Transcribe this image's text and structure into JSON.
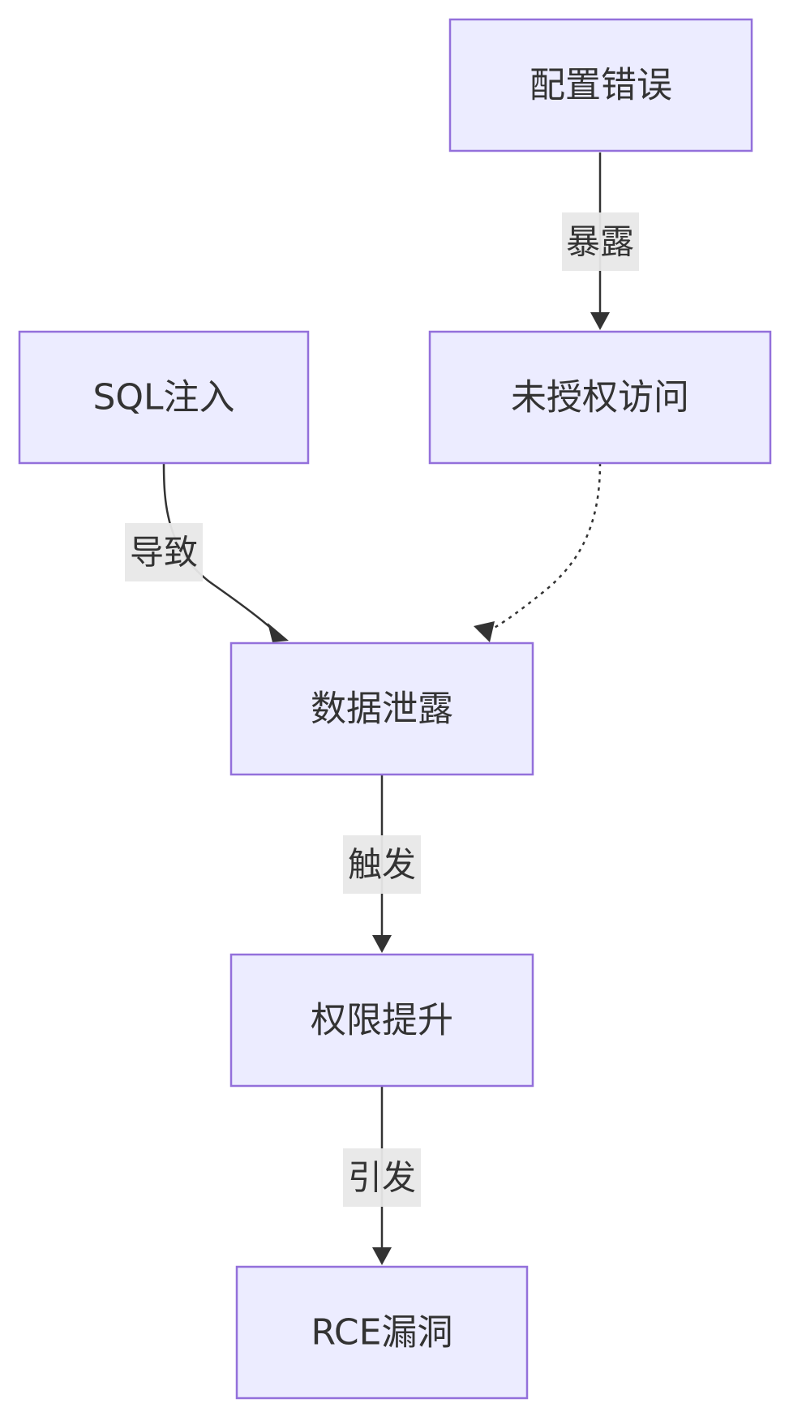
{
  "diagram": {
    "nodes": {
      "config_error": {
        "label": "配置错误"
      },
      "sql_injection": {
        "label": "SQL注入"
      },
      "unauthorized_access": {
        "label": "未授权访问"
      },
      "data_leak": {
        "label": "数据泄露"
      },
      "privilege_escalation": {
        "label": "权限提升"
      },
      "rce": {
        "label": "RCE漏洞"
      }
    },
    "edges": {
      "config_to_unauth": {
        "from": "配置错误",
        "to": "未授权访问",
        "label": "暴露",
        "style": "solid"
      },
      "sql_to_leak": {
        "from": "SQL注入",
        "to": "数据泄露",
        "label": "导致",
        "style": "solid"
      },
      "unauth_to_leak": {
        "from": "未授权访问",
        "to": "数据泄露",
        "label": "",
        "style": "dotted"
      },
      "leak_to_priv": {
        "from": "数据泄露",
        "to": "权限提升",
        "label": "触发",
        "style": "solid"
      },
      "priv_to_rce": {
        "from": "权限提升",
        "to": "RCE漏洞",
        "label": "引发",
        "style": "solid"
      }
    },
    "colors": {
      "node_fill": "#ececff",
      "node_stroke": "#9370db",
      "edge": "#333333",
      "label_background": "#e8e8e8",
      "text": "#333333"
    }
  }
}
